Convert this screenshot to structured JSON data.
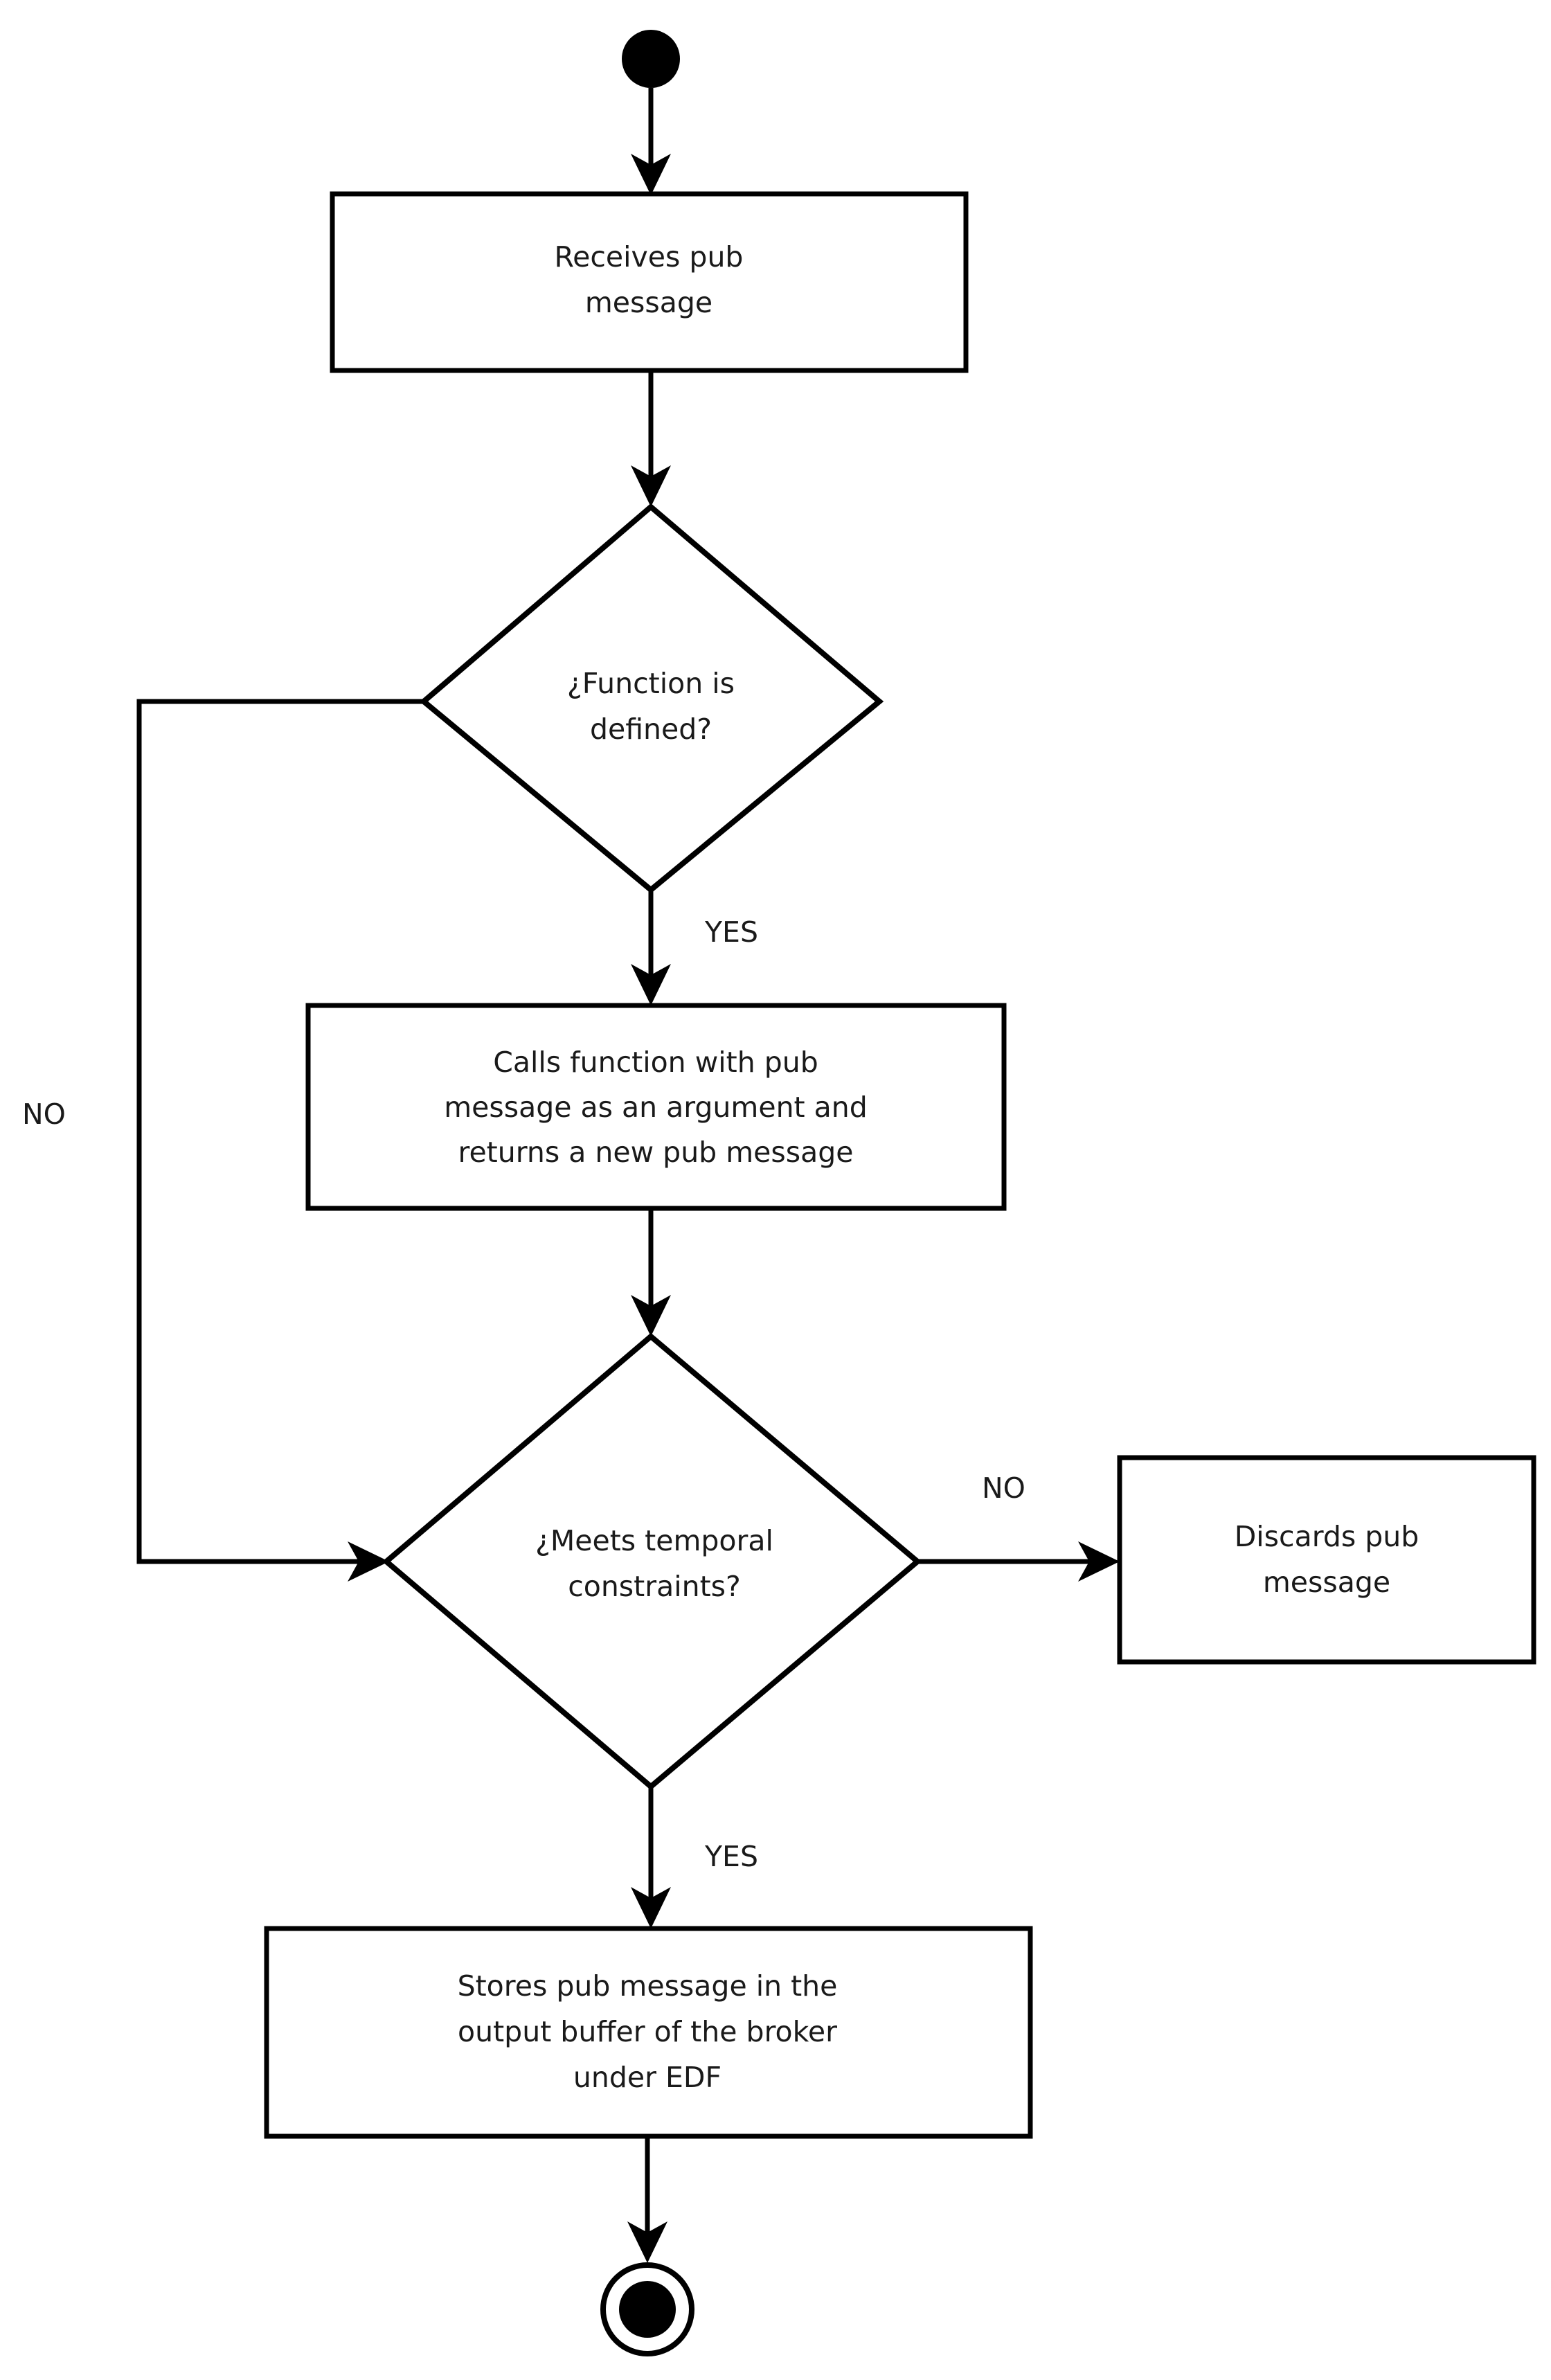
{
  "diagram": {
    "type": "uml-activity-flowchart",
    "background_color": "#ffffff",
    "line_color": "#000000",
    "text_color": "#1a1a1a",
    "nodes": {
      "start": {
        "kind": "initial-node",
        "label": ""
      },
      "receives": {
        "kind": "action",
        "lines": [
          "Receives pub",
          "message"
        ]
      },
      "function_defined": {
        "kind": "decision",
        "lines": [
          "¿Function is",
          "defined?"
        ]
      },
      "calls_function": {
        "kind": "action",
        "lines": [
          "Calls function with pub",
          "message as an argument and",
          "returns a new pub message"
        ]
      },
      "temporal_constraints": {
        "kind": "decision",
        "lines": [
          "¿Meets temporal",
          "constraints?"
        ]
      },
      "discards": {
        "kind": "action",
        "lines": [
          "Discards pub",
          "message"
        ]
      },
      "stores": {
        "kind": "action",
        "lines": [
          "Stores pub message in the",
          "output buffer of the broker",
          "under EDF"
        ]
      },
      "end": {
        "kind": "final-node",
        "label": ""
      }
    },
    "edge_labels": {
      "function_defined_no": "NO",
      "function_defined_yes": "YES",
      "temporal_no": "NO",
      "temporal_yes": "YES"
    }
  }
}
